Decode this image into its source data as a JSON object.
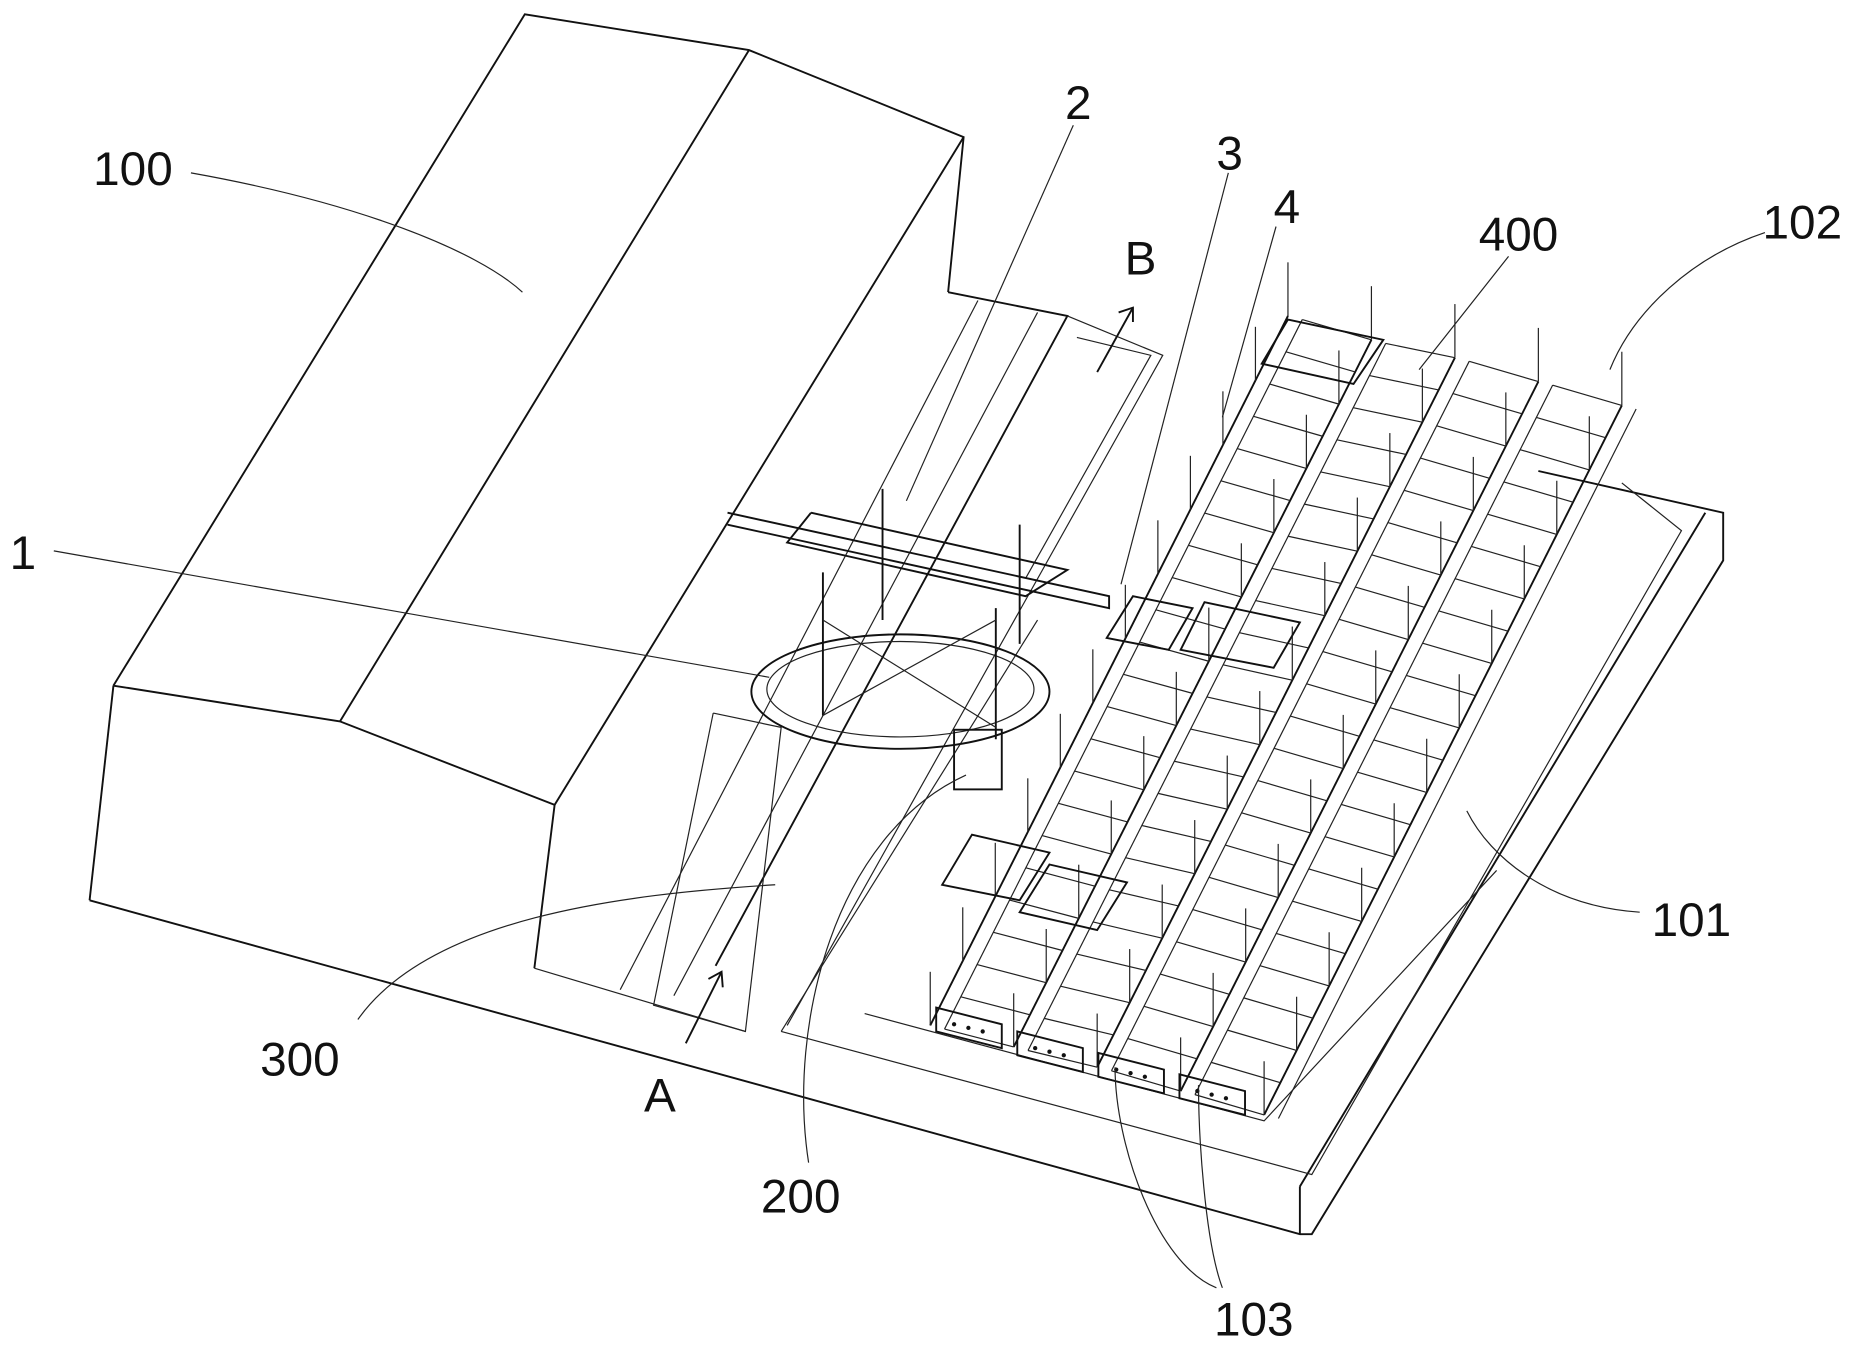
{
  "figure": {
    "labels": {
      "building": "100",
      "gantry": "2",
      "part3": "3",
      "part4": "4",
      "direction_b": "B",
      "rack_system": "400",
      "area": "102",
      "turntable": "1",
      "rail": "101",
      "road": "300",
      "direction_a": "A",
      "control_cabinet": "200",
      "bases": "103"
    }
  }
}
